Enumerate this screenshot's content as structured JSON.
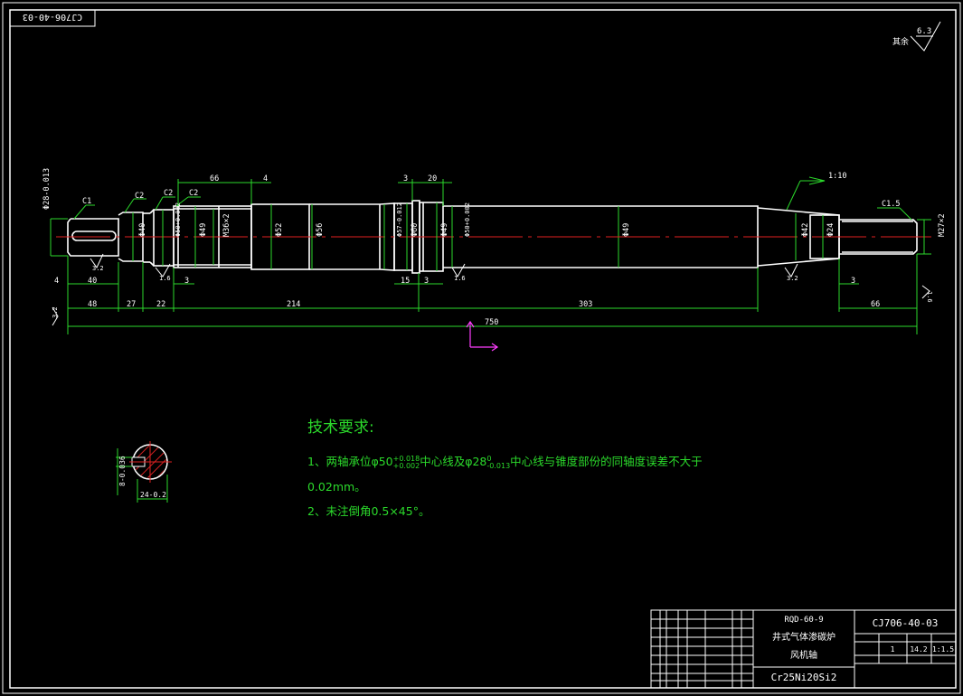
{
  "drawing_no_corner": "CJ706-40-03",
  "surface_finish": {
    "label": "其余",
    "value": "6.3"
  },
  "dimensions": {
    "d28": "Φ28-0.013",
    "c1": "C1",
    "c2a": "C2",
    "c2b": "C2",
    "c2c": "C2",
    "c15": "C1.5",
    "top66": "66",
    "top4": "4",
    "top3": "3",
    "top20": "20",
    "taper": "1:10",
    "d40": "Φ40",
    "d50a": "Φ50+0.002",
    "d49a": "Φ49",
    "m36": "M36×2",
    "d52": "Φ52",
    "d56": "Φ56",
    "d57": "Φ57-0.012",
    "d60": "Φ60",
    "d49b": "Φ49",
    "d50b": "Φ50+0.002",
    "d49c": "Φ49",
    "d42": "Φ42",
    "d24": "Φ24",
    "m27": "M27×2",
    "r32a": "3.2",
    "r16a": "1.6",
    "r16b": "1.6",
    "r16c": "1.6",
    "r32b": "3.2",
    "r32c": "3.2",
    "b4": "4",
    "b40": "40",
    "b3a": "3",
    "b15": "15",
    "b3b": "3",
    "b3c": "3",
    "s48": "48",
    "s27": "27",
    "s22": "22",
    "s214": "214",
    "s303": "303",
    "s66": "66",
    "total": "750",
    "section_h": "8-0.036",
    "section_w": "24-0.2"
  },
  "tech": {
    "title": "技术要求:",
    "line1a": "1、两轴承位φ50",
    "tol1_up": "+0.018",
    "tol1_lo": "+0.002",
    "line1b": "中心线及φ28",
    "tol2_up": "0",
    "tol2_lo": "-0.013",
    "line1c": "中心线与锥度部份的同轴度误差不大于",
    "line2": "0.02mm。",
    "line3": "2、未注倒角0.5×45°。"
  },
  "title_block": {
    "model": "RQD-60-9",
    "name1": "井式气体渗碳炉",
    "name2": "风机轴",
    "material": "Cr25Ni20Si2",
    "drawing_no": "CJ706-40-03",
    "qty": "1",
    "weight": "14.2",
    "scale": "1:1.5"
  }
}
